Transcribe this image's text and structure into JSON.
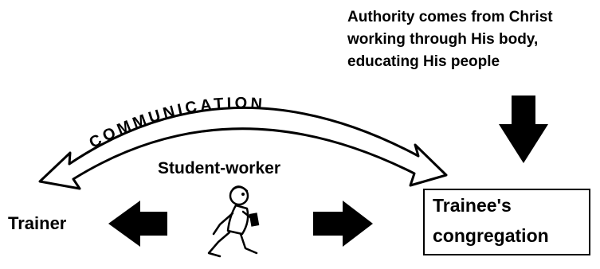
{
  "authority_note": {
    "line1": "Authority comes from Christ",
    "line2": "working through His body,",
    "line3": "educating His people"
  },
  "communication_label": "COMMUNICATION",
  "student_label": "Student-worker",
  "trainer_label": "Trainer",
  "congregation": {
    "line1": "Trainee's",
    "line2": "congregation"
  },
  "icons": {
    "left_arrow": "arrow-left-icon",
    "right_arrow": "arrow-right-icon",
    "down_arrow": "arrow-down-icon",
    "walker": "walking-person-icon"
  }
}
